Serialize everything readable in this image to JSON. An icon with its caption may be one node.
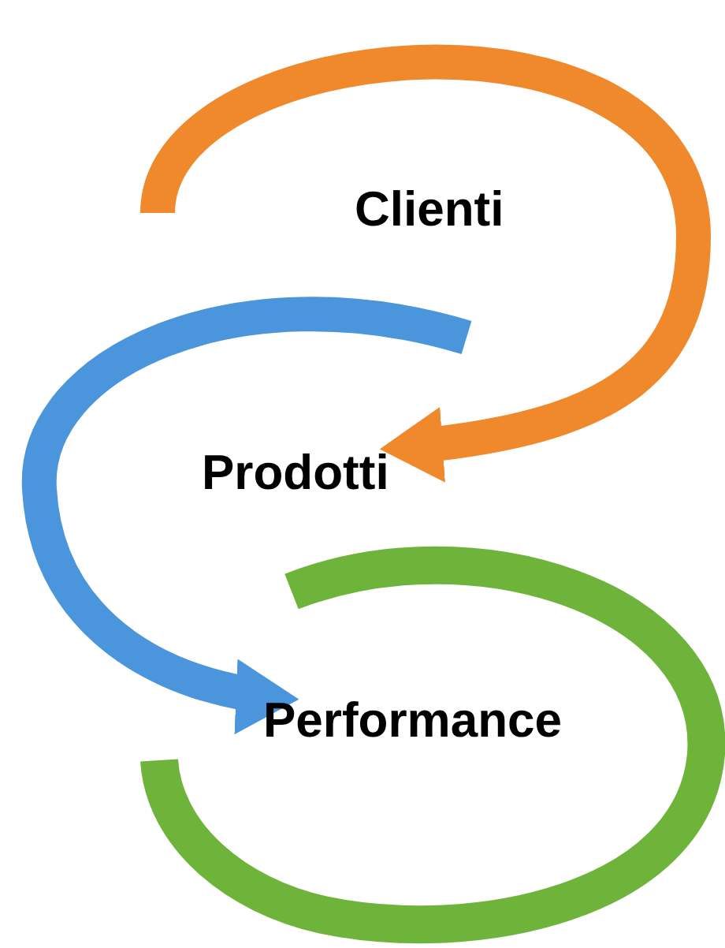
{
  "diagram": {
    "nodes": [
      {
        "text": [
          "Clienti"
        ]
      },
      {
        "text": [
          "Prodotti"
        ]
      },
      {
        "text": [
          "Performance"
        ]
      }
    ],
    "edges": [
      {
        "from": null,
        "to": 1,
        "arrow": "to",
        "color": "#f0892b"
      },
      {
        "from": null,
        "to": 2,
        "arrow": "to",
        "color": "#4b95dc"
      }
    ]
  }
}
